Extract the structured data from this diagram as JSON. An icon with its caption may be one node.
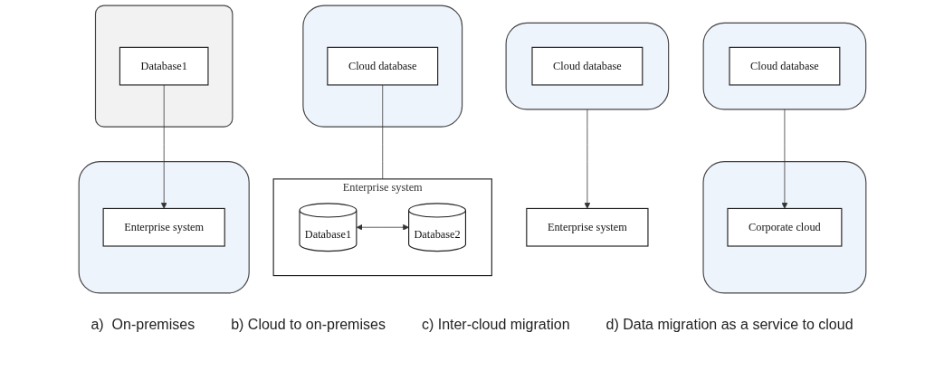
{
  "diagram": {
    "nodes": [
      {
        "text": [],
        "shape": "cloud"
      },
      {
        "text": [
          "Enterprise system"
        ],
        "in": 0
      },
      {
        "text": [],
        "shape": "cylinder"
      },
      {
        "text": [
          "Database1"
        ],
        "in": 2
      },
      {
        "text": [],
        "shape": "cloud"
      },
      {
        "text": [
          "Cloud database"
        ],
        "in": 4
      },
      {
        "text": [
          "Enterprise system"
        ]
      },
      {
        "text": [],
        "shape": "cloud"
      },
      {
        "text": [
          "Cloud database"
        ],
        "in": 7
      },
      {
        "text": [],
        "shape": "cloud"
      },
      {
        "text": [
          "Corporate cloud"
        ],
        "in": 9
      },
      {
        "text": [],
        "shape": "cloud"
      },
      {
        "text": [
          "Cloud database"
        ],
        "in": 11
      },
      {
        "text": [
          "Enterprise system"
        ]
      },
      {
        "text": [
          "Database1"
        ],
        "in": 13
      },
      {
        "text": [
          "Database2"
        ],
        "in": 13
      }
    ],
    "edges": [
      {
        "from": 3,
        "to": 1,
        "arrow": "to"
      },
      {
        "from": 4,
        "to": 6,
        "arrow": "to"
      },
      {
        "from": 7,
        "to": 10,
        "arrow": "to"
      },
      {
        "from": 12,
        "to": 13,
        "arrow": "none"
      },
      {
        "from": 14,
        "to": 15,
        "arrow": "both"
      }
    ],
    "labels": [
      "a)  On-premises",
      "b) Cloud to on-premises",
      "c) Inter-cloud migration",
      "d) Data migration as a service to cloud"
    ]
  }
}
